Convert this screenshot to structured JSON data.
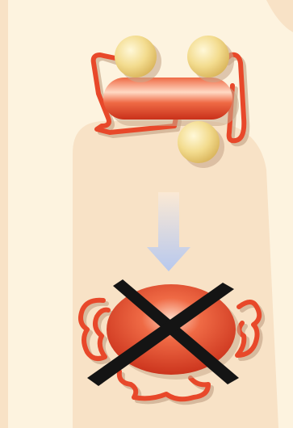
{
  "colors": {
    "background": "#fdf3df",
    "watermark": "#f8e2c6",
    "protein_outline": "#e8482a",
    "protein_shadow": "#c9a98c",
    "protein_body_light": "#ffd9c4",
    "protein_body_mid": "#ef6a45",
    "protein_body_dark": "#c9301a",
    "ligand_light": "#fff8d8",
    "ligand_mid": "#f3dc8f",
    "ligand_dark": "#d9b45a",
    "arrow_top": "#fbe9d4",
    "arrow_bottom": "#b7c8ee",
    "cross": "#141414"
  },
  "diagram": {
    "nodes": [
      {
        "id": "folded-protein",
        "shape": "rounded-bar-with-loops",
        "state": "folded"
      },
      {
        "id": "ligand",
        "shape": "sphere",
        "count": 3
      },
      {
        "id": "unfolded-protein",
        "shape": "ellipse-with-loops",
        "state": "denatured"
      },
      {
        "id": "cross-mark",
        "shape": "x",
        "meaning": "crossed-out"
      }
    ],
    "edges": [
      {
        "from": "folded-protein",
        "to": "unfolded-protein",
        "style": "downward-arrow"
      }
    ]
  }
}
